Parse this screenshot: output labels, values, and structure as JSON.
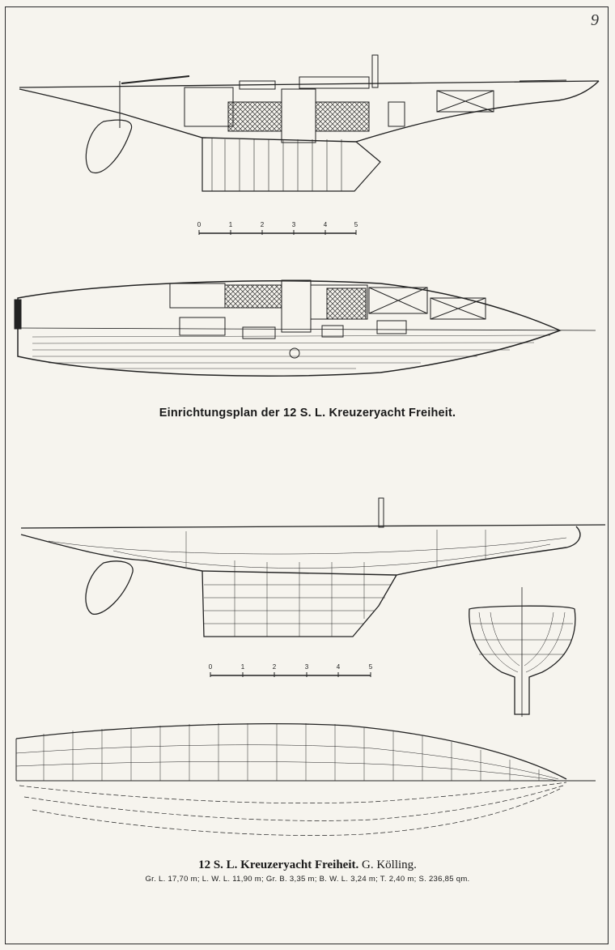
{
  "page_number": "9",
  "arrangement_caption": "Einrichtungsplan der 12 S. L. Kreuzeryacht Freiheit.",
  "lines_caption": {
    "title": "12 S. L. Kreuzeryacht Freiheit.",
    "designer": "G. Kölling."
  },
  "specifications": "Gr. L. 17,70 m; L. W. L. 11,90 m; Gr. B. 3,35 m; B. W. L. 3,24 m; T. 2,40 m; S. 236,85 qm.",
  "scale_bar_top": {
    "labels": [
      "0",
      "1",
      "2",
      "3",
      "4",
      "5"
    ]
  },
  "scale_bar_bottom": {
    "labels": [
      "0",
      "1",
      "2",
      "3",
      "4",
      "5"
    ]
  },
  "colors": {
    "paper": "#f6f4ee",
    "ink": "#1a1a1a"
  }
}
